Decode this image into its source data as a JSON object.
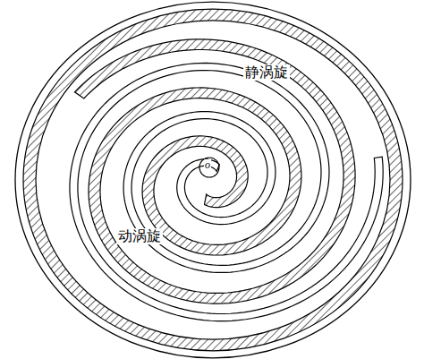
{
  "diagram": {
    "labels": [
      "静涡旋",
      "动涡旋",
      "o"
    ]
  }
}
